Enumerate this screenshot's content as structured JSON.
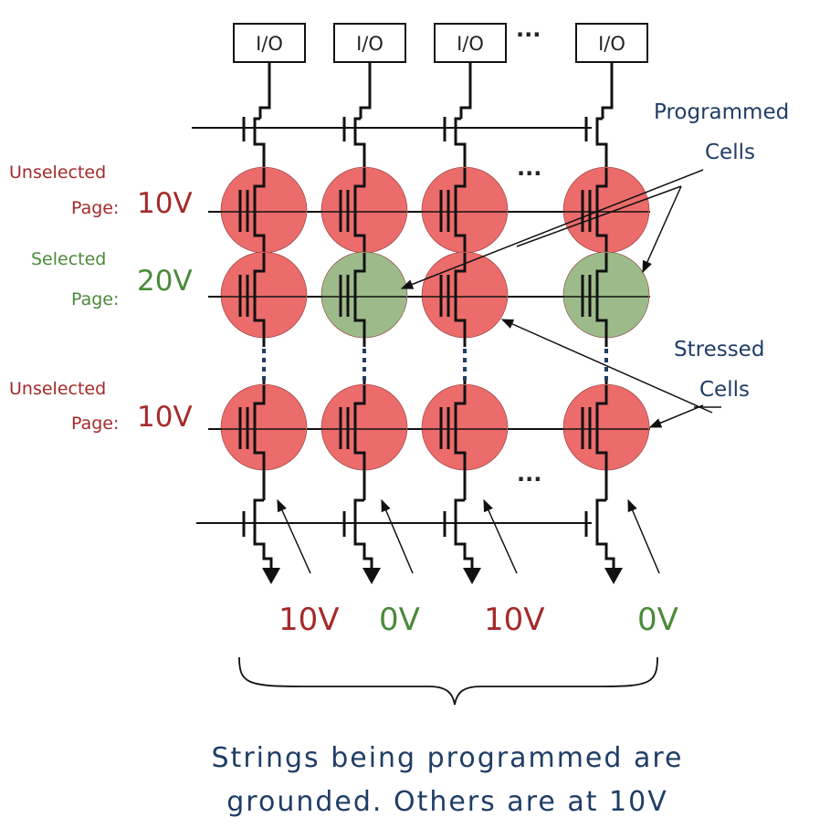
{
  "colors": {
    "red_text": "#a52a2a",
    "green_text": "#4a8a3a",
    "blue_text": "#1f3d66",
    "red_cell": "#ec6b6b",
    "green_cell": "#9dbb8a",
    "wire": "#111111"
  },
  "io_labels": [
    "I/O",
    "I/O",
    "I/O",
    "I/O"
  ],
  "rows": [
    {
      "label_line1": "Unselected",
      "label_line2": "Page:",
      "voltage": "10V",
      "state": "unselected",
      "cells": [
        "stressed",
        "stressed",
        "stressed",
        "stressed"
      ]
    },
    {
      "label_line1": "Selected",
      "label_line2": "Page:",
      "voltage": "20V",
      "state": "selected",
      "cells": [
        "stressed",
        "programmed",
        "stressed",
        "programmed"
      ]
    },
    {
      "label_line1": "Unselected",
      "label_line2": "Page:",
      "voltage": "10V",
      "state": "unselected",
      "cells": [
        "stressed",
        "stressed",
        "stressed",
        "stressed"
      ]
    }
  ],
  "ellipsis": "...",
  "bitline_voltages": [
    {
      "text": "10V",
      "state": "stressed"
    },
    {
      "text": "0V",
      "state": "programmed"
    },
    {
      "text": "10V",
      "state": "stressed"
    },
    {
      "text": "0V",
      "state": "programmed"
    }
  ],
  "annotations": {
    "programmed_line1": "Programmed",
    "programmed_line2": "Cells",
    "stressed_line1": "Stressed",
    "stressed_line2": "Cells"
  },
  "caption_line1": "Strings being programmed are",
  "caption_line2": "grounded.  Others are at 10V"
}
